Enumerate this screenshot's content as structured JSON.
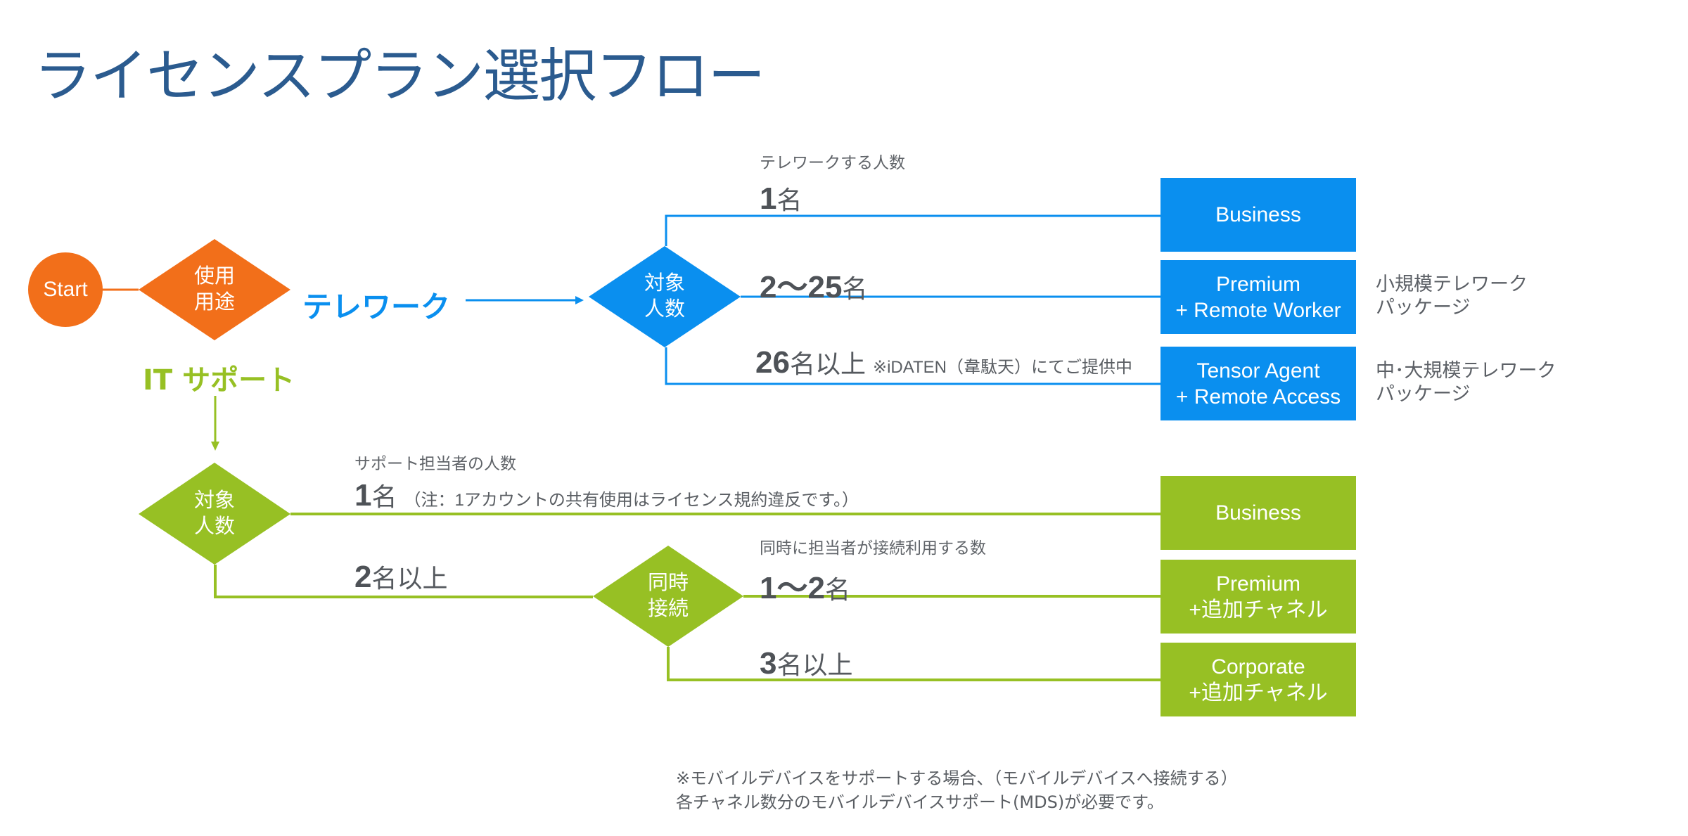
{
  "title": "ライセンスプラン選択フロー",
  "colors": {
    "title": "#2b5b8f",
    "start": "#f26f1a",
    "telework": "#0a8fef",
    "it_support": "#97c024",
    "text": "#555a60"
  },
  "start": {
    "label": "Start"
  },
  "usage_decision": {
    "label": "使用\n用途"
  },
  "routes": {
    "telework": {
      "label": "テレワーク"
    },
    "it_support": {
      "label": "IT サポート"
    }
  },
  "telework_flow": {
    "decision": {
      "label": "対象\n人数"
    },
    "caption": "テレワークする人数",
    "branches": [
      {
        "num": "1",
        "unit": "名",
        "note": ""
      },
      {
        "num": "2〜25",
        "unit": "名",
        "note": ""
      },
      {
        "num": "26",
        "unit": "名以上",
        "note": "※iDATEN（韋駄天）にてご提供中"
      }
    ],
    "plans": [
      {
        "label": "Business",
        "side_note": ""
      },
      {
        "label": "Premium\n+ Remote Worker",
        "side_note": "小規模テレワーク\nパッケージ"
      },
      {
        "label": "Tensor Agent\n+ Remote Access",
        "side_note": "中･大規模テレワーク\nパッケージ"
      }
    ]
  },
  "it_support_flow": {
    "decision": {
      "label": "対象\n人数"
    },
    "caption": "サポート担当者の人数",
    "branches": [
      {
        "num": "1",
        "unit": "名",
        "note": "（注：1アカウントの共有使用はライセンス規約違反です。）"
      },
      {
        "num": "2",
        "unit": "名以上",
        "note": ""
      }
    ],
    "concurrent_decision": {
      "label": "同時\n接続"
    },
    "concurrent_caption": "同時に担当者が接続利用する数",
    "concurrent_branches": [
      {
        "num": "1〜2",
        "unit": "名"
      },
      {
        "num": "3",
        "unit": "名以上"
      }
    ],
    "plans": [
      {
        "label": "Business"
      },
      {
        "label": "Premium\n+追加チャネル"
      },
      {
        "label": "Corporate\n+追加チャネル"
      }
    ]
  },
  "footnote": "※モバイルデバイスをサポートする場合、（モバイルデバイスへ接続する）\n各チャネル数分のモバイルデバイスサポート(MDS)が必要です。"
}
